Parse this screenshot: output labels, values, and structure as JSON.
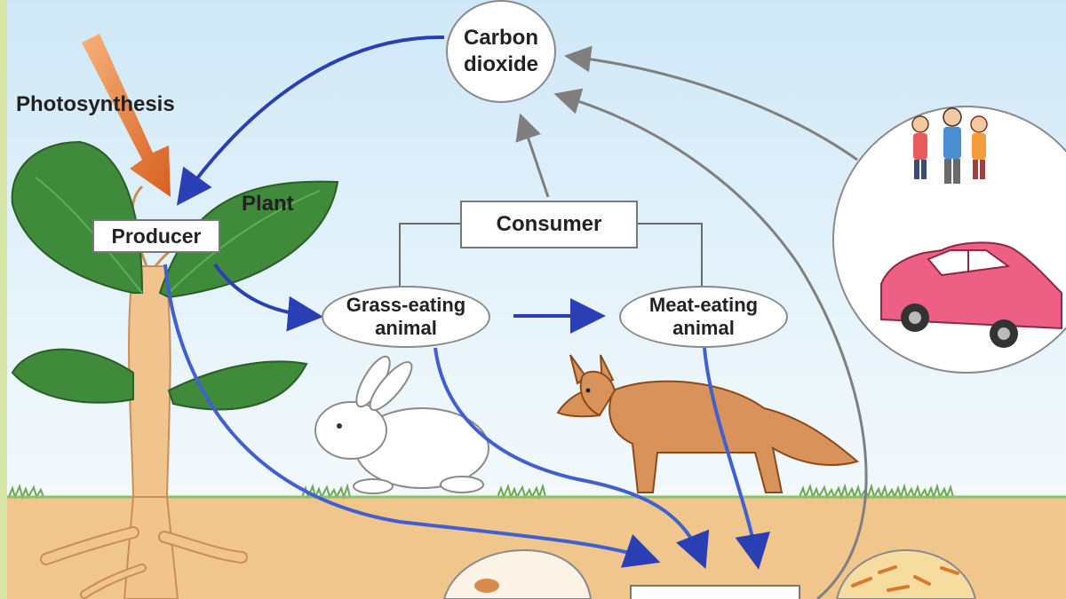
{
  "diagram": {
    "labels": {
      "photosynthesis": "Photosynthesis",
      "plant": "Plant",
      "producer": "Producer",
      "consumer": "Consumer",
      "carbon_dioxide_line1": "Carbon",
      "carbon_dioxide_line2": "dioxide",
      "grass_eating_line1": "Grass-eating",
      "grass_eating_line2": "animal",
      "meat_eating_line1": "Meat-eating",
      "meat_eating_line2": "animal"
    },
    "icons": {
      "plant": "plant-icon",
      "rabbit": "rabbit-icon",
      "fox": "fox-icon",
      "people": "people-icon",
      "car": "car-icon",
      "decomposer": "decomposer-icon"
    },
    "colors": {
      "sky": "#dff0f8",
      "soil": "#f0c68c",
      "grass": "#6aa84f",
      "leaf": "#3f8a3b",
      "root": "#f2c48d",
      "blue_arrow": "#2b3fb4",
      "light_blue_arrow": "#5a7be0",
      "gray_arrow": "#7f7f7f",
      "sun_arrow": "#e0782f",
      "car": "#ee5f86"
    }
  }
}
